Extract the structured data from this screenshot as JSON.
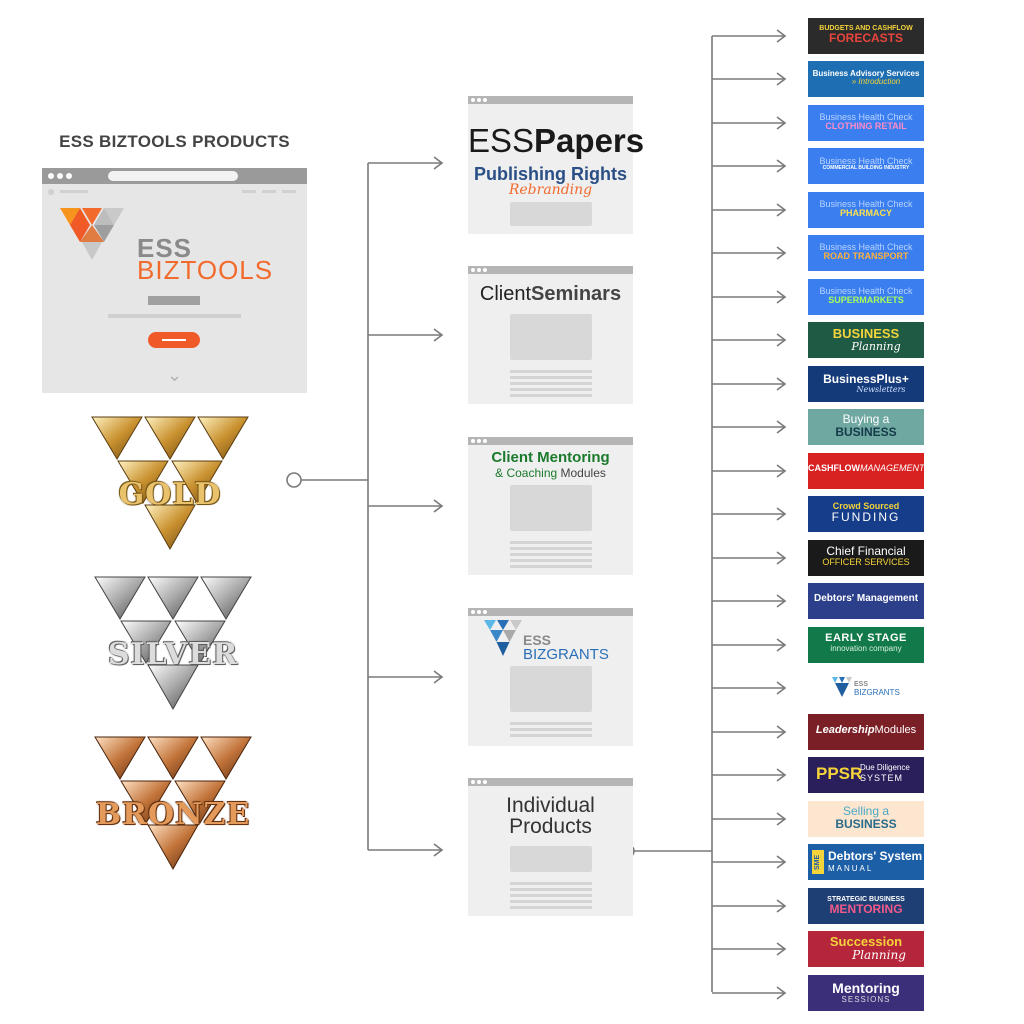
{
  "heading": "ESS BIZTOOLS PRODUCTS",
  "main_logo": {
    "line1": "ESS",
    "line2": "BIZTOOLS"
  },
  "tiers": [
    {
      "label": "GOLD"
    },
    {
      "label": "SILVER"
    },
    {
      "label": "BRONZE"
    }
  ],
  "cards": {
    "esspapers": {
      "brand_a": "ESS",
      "brand_b": "Papers",
      "sub1": "Publishing Rights",
      "sub2": "Rebranding"
    },
    "seminars": {
      "a": "Client",
      "b": "Seminars"
    },
    "mentoring": {
      "line1": "Client Mentoring",
      "line2a": "& Coaching",
      "line2b": "Modules"
    },
    "bizgrants": {
      "line1": "ESS",
      "line2": "BIZGRANTS"
    },
    "individual": {
      "line1": "Individual",
      "line2": "Products"
    }
  },
  "products": {
    "p1": {
      "l1": "BUDGETS AND CASHFLOW",
      "l2": "FORECASTS"
    },
    "p2": {
      "l1": "Business Advisory Services",
      "l2": "Introduction"
    },
    "p3": {
      "l1": "Business Health Check",
      "l2": "CLOTHING RETAIL"
    },
    "p4": {
      "l1": "Business Health Check",
      "l2": "COMMERCIAL BUILDING INDUSTRY"
    },
    "p5": {
      "l1": "Business Health Check",
      "l2": "PHARMACY"
    },
    "p6": {
      "l1": "Business Health Check",
      "l2": "ROAD TRANSPORT"
    },
    "p7": {
      "l1": "Business Health Check",
      "l2": "SUPERMARKETS"
    },
    "p8": {
      "l1": "BUSINESS",
      "l2": "Planning"
    },
    "p9": {
      "l1": "BusinessPlus+",
      "l2": "Newsletters"
    },
    "p10": {
      "l1": "Buying a",
      "l2": "BUSINESS"
    },
    "p11": {
      "l1": "CASHFLOW",
      "l2": "MANAGEMENT"
    },
    "p12": {
      "l1": "Crowd Sourced",
      "l2": "FUNDING"
    },
    "p13": {
      "l1": "Chief Financial",
      "l2": "OFFICER SERVICES"
    },
    "p14": {
      "l1": "Debtors' Management"
    },
    "p15": {
      "l1": "EARLY STAGE",
      "l2": "innovation company"
    },
    "p16": {
      "l1": "ESS",
      "l2": "BIZGRANTS"
    },
    "p17": {
      "l1": "Leadership",
      "l2": "Modules"
    },
    "p18": {
      "l1": "PPSR",
      "l2": "Due Diligence",
      "l3": "SYSTEM"
    },
    "p19": {
      "l1": "Selling a",
      "l2": "BUSINESS"
    },
    "p20": {
      "l0": "SME",
      "l1": "Debtors' System",
      "l2": "MANUAL"
    },
    "p21": {
      "l1": "STRATEGIC BUSINESS",
      "l2": "MENTORING"
    },
    "p22": {
      "l1": "Succession",
      "l2": "Planning"
    },
    "p23": {
      "l1": "Mentoring",
      "l2": "SESSIONS"
    }
  },
  "colors": {
    "connector": "#7a7a7a",
    "ess_orange": "#f26b2d",
    "card_bg": "#efefef"
  }
}
